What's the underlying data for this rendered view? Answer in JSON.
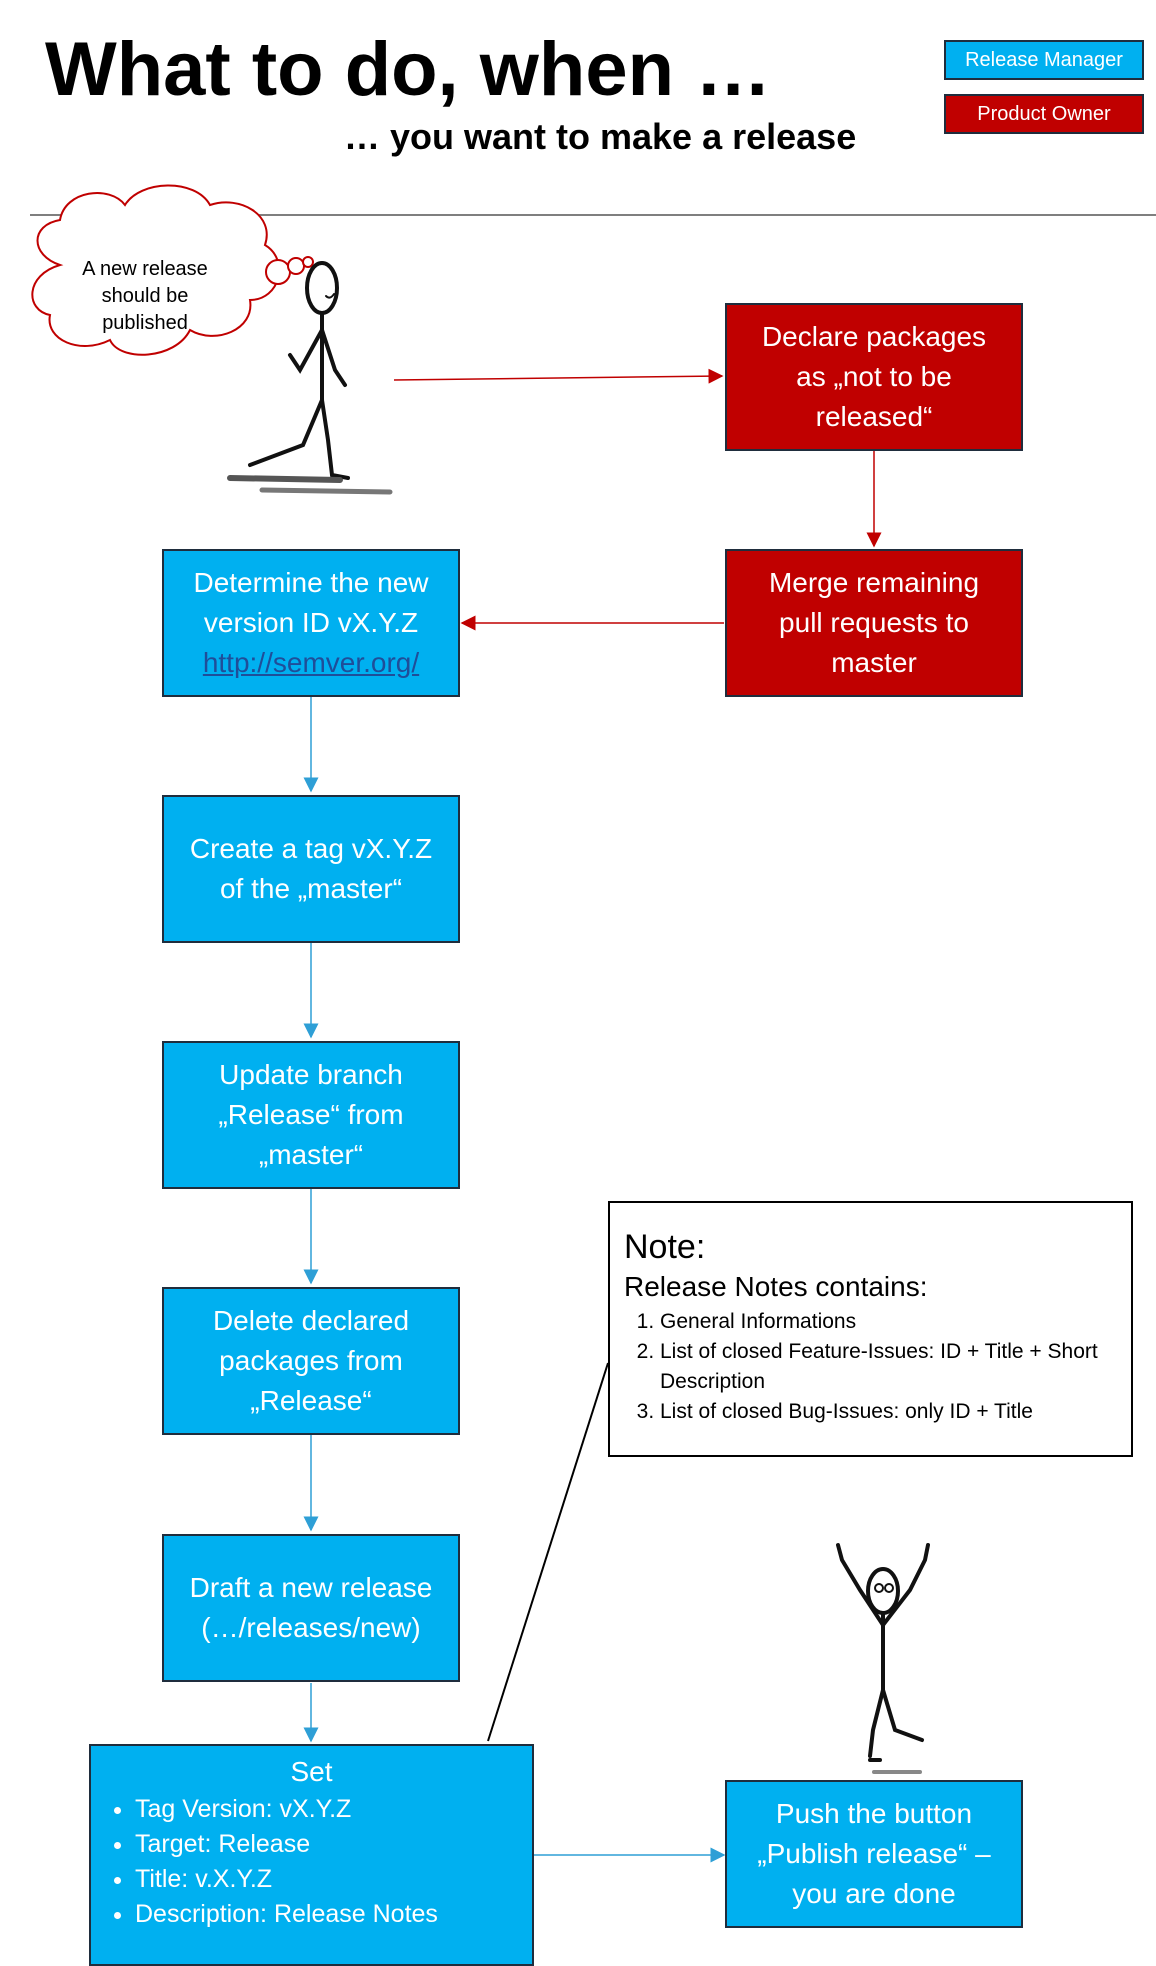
{
  "header": {
    "title": "What to do, when …",
    "subtitle": "… you want to make a release"
  },
  "legend": [
    {
      "label": "Release Manager",
      "color": "#00b0f0"
    },
    {
      "label": "Product Owner",
      "color": "#c00000"
    }
  ],
  "thought": {
    "lines": [
      "A new release",
      "should be",
      "published"
    ]
  },
  "steps": {
    "declare": [
      "Declare packages",
      "as „not to be",
      "released“"
    ],
    "merge": [
      "Merge remaining",
      "pull requests to",
      "master"
    ],
    "determine": [
      "Determine the new",
      "version ID vX.Y.Z"
    ],
    "determine_link": "http://semver.org/",
    "tag": [
      "Create a tag vX.Y.Z",
      "of the „master“"
    ],
    "update": [
      "Update branch",
      "„Release“ from",
      "„master“"
    ],
    "delete": [
      "Delete declared",
      "packages from",
      "„Release“"
    ],
    "draft": [
      "Draft a new release",
      "(…/releases/new)"
    ],
    "publish": [
      "Push the button",
      "„Publish release“ –",
      "you are done"
    ]
  },
  "set": {
    "heading": "Set",
    "items": [
      "Tag Version: vX.Y.Z",
      "Target: Release",
      "Title: v.X.Y.Z",
      "Description: Release Notes"
    ]
  },
  "note": {
    "heading": "Note:",
    "subheading": "Release Notes contains:",
    "items": [
      "General Informations",
      "List of closed Feature-Issues: ID + Title + Short Description",
      "List of closed Bug-Issues: only ID + Title"
    ]
  },
  "colors": {
    "release_manager": "#00b0f0",
    "product_owner": "#c00000",
    "blue_arrow": "#2e9fd6",
    "red_arrow": "#c00000"
  }
}
